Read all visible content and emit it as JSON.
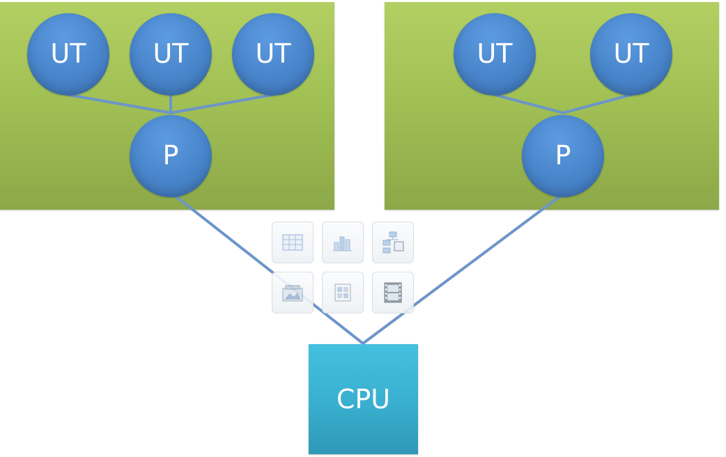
{
  "diagram": {
    "process_groups": [
      {
        "id": "left",
        "threads": [
          "UT",
          "UT",
          "UT"
        ],
        "process_label": "P"
      },
      {
        "id": "right",
        "threads": [
          "UT",
          "UT"
        ],
        "process_label": "P"
      }
    ],
    "cpu_label": "CPU"
  },
  "toolbar": {
    "icons": [
      "table-icon",
      "chart-icon",
      "smartart-icon",
      "picture-icon",
      "clip-art-icon",
      "media-clip-icon"
    ]
  },
  "colors": {
    "process_box": "#a2c155",
    "node": "#4a86cc",
    "cpu": "#39afcf",
    "connector": "#6b96c8"
  }
}
